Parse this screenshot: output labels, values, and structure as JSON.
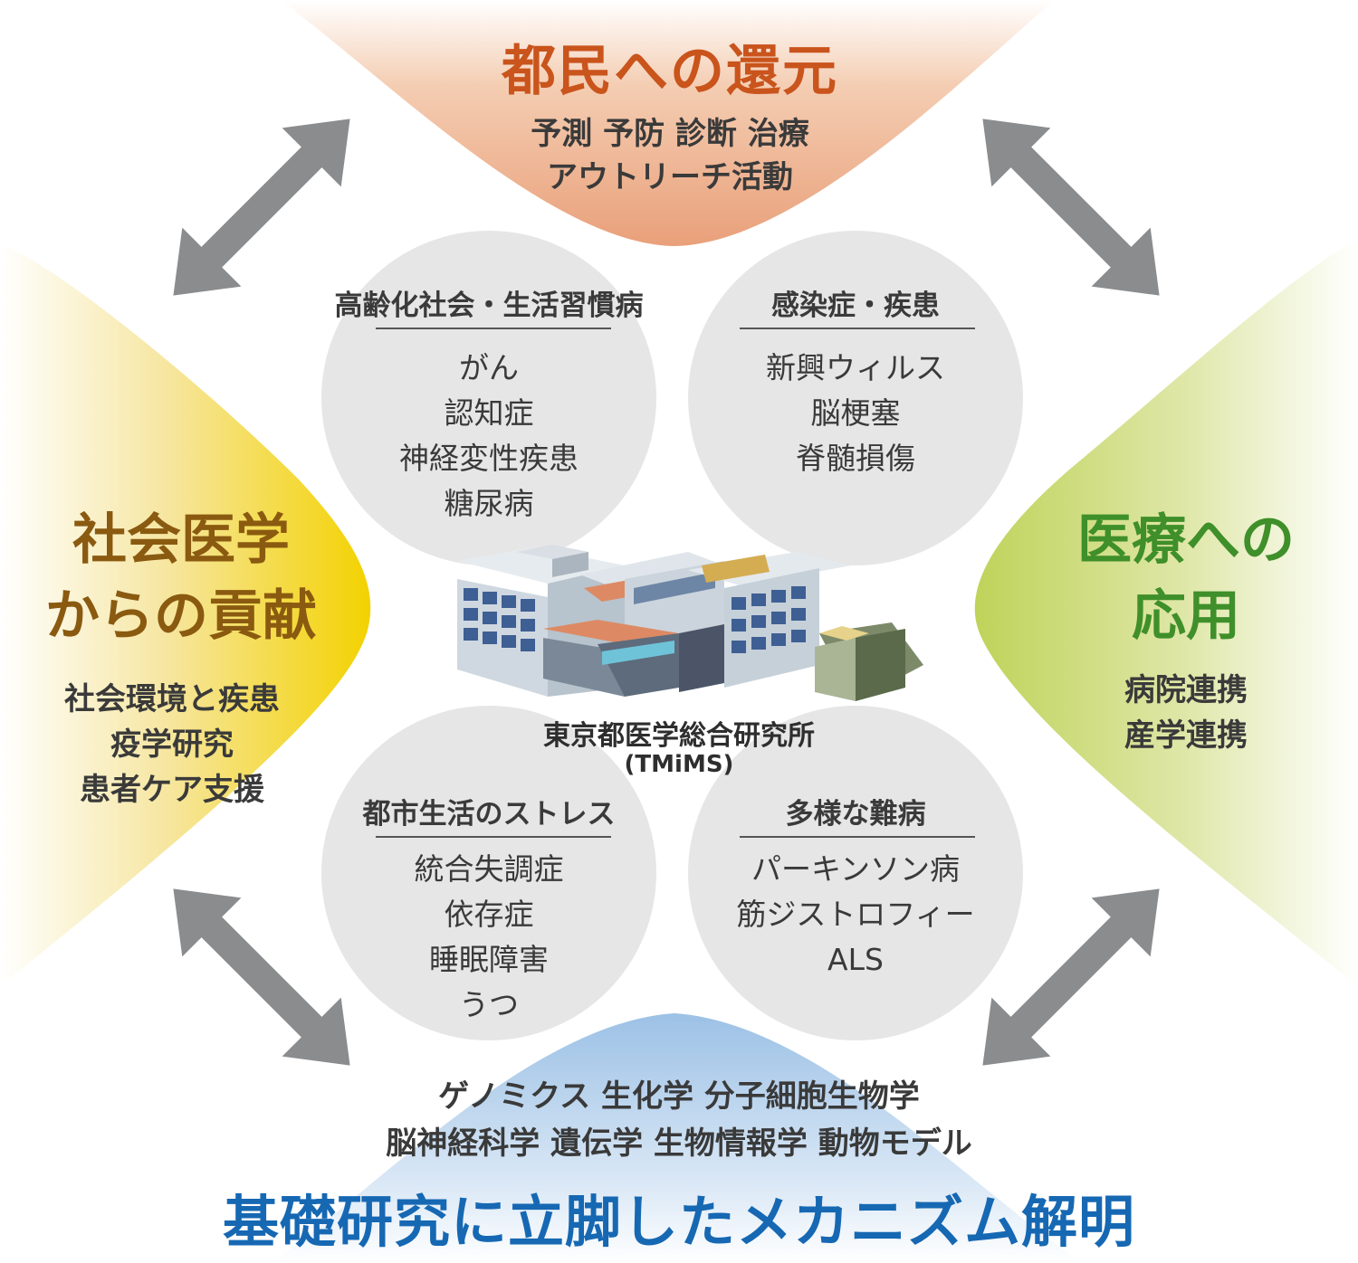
{
  "colors": {
    "top_title": "#c9541c",
    "left_title": "#8a5a10",
    "right_title": "#3f8f2a",
    "bottom_title": "#1668b3",
    "arrow": "#8a8c8e",
    "circle": "#e6e6e6"
  },
  "top": {
    "title": "都民への還元",
    "lines": [
      "予測 予防 診断 治療",
      "アウトリーチ活動"
    ]
  },
  "left": {
    "title_lines": [
      "社会医学",
      "からの貢献"
    ],
    "lines": [
      "社会環境と疾患",
      "疫学研究",
      "患者ケア支援"
    ]
  },
  "right": {
    "title_lines": [
      "医療への",
      "応用"
    ],
    "lines": [
      "病院連携",
      "産学連携"
    ]
  },
  "bottom": {
    "lines": [
      "ゲノミクス 生化学 分子細胞生物学",
      "脳神経科学 遺伝学 生物情報学 動物モデル"
    ],
    "title": "基礎研究に立脚したメカニズム解明"
  },
  "circles": [
    {
      "heading": "高齢化社会・生活習慣病",
      "items": [
        "がん",
        "認知症",
        "神経変性疾患",
        "糖尿病"
      ]
    },
    {
      "heading": "感染症・疾患",
      "items": [
        "新興ウィルス",
        "脳梗塞",
        "脊髄損傷"
      ]
    },
    {
      "heading": "都市生活のストレス",
      "items": [
        "統合失調症",
        "依存症",
        "睡眠障害",
        "うつ"
      ]
    },
    {
      "heading": "多様な難病",
      "items": [
        "パーキンソン病",
        "筋ジストロフィー",
        "ALS"
      ]
    }
  ],
  "institute": {
    "name": "東京都医学総合研究所",
    "abbr": "(TMiMS)"
  },
  "icons": [
    "building-icon",
    "double-arrow-icon"
  ]
}
